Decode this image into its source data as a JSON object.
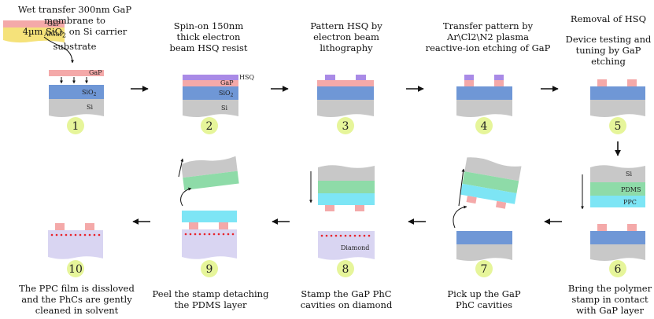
{
  "captions": {
    "c1_line1": "Wet transfer 300nm GaP membrane to",
    "c1_line2_pre": "4µm SiO",
    "c1_line2_sub": "2",
    "c1_line2_post": " on Si carrier substrate",
    "c2_line1": "Spin-on 150nm",
    "c2_line2": "thick electron",
    "c2_line3": "beam HSQ resist",
    "c3_line1": "Pattern HSQ by",
    "c3_line2": "electron beam",
    "c3_line3": "lithography",
    "c4_line1": "Transfer pattern by",
    "c4_line2": "Ar\\Cl2\\N2 plasma",
    "c4_line3": "reactive-ion etching of GaP",
    "c5_line1": "Removal of HSQ",
    "c5_line2": "Device testing and",
    "c5_line3": "tuning by GaP etching",
    "c6_line1": "Bring the polymer",
    "c6_line2": "stamp in contact",
    "c6_line3": "with GaP layer",
    "c7_line1": "Pick up the GaP",
    "c7_line2": "PhC cavities",
    "c8_line1": "Stamp the GaP PhC",
    "c8_line2": "cavities on diamond",
    "c9_line1": "Peel the stamp detaching",
    "c9_line2": "the PDMS layer",
    "c10_line1": "The PPC film is dissloved",
    "c10_line2": "and the PhCs are gently",
    "c10_line3": "cleaned in solvent"
  },
  "layer_labels": {
    "gap": "GaP",
    "algap": "AlGaP",
    "sio2_pre": "SiO",
    "sio2_sub": "2",
    "si": "Si",
    "hsq": "HSQ",
    "pdms": "PDMS",
    "ppc": "PPC",
    "diamond": "Diamond"
  },
  "step_numbers": [
    "1",
    "2",
    "3",
    "4",
    "5",
    "6",
    "7",
    "8",
    "9",
    "10"
  ],
  "colors": {
    "gap": "#f4a9a9",
    "algap": "#f5e27a",
    "sio2": "#6f97d6",
    "si": "#c8c8c8",
    "hsq": "#a98ae6",
    "pdms": "#8edba8",
    "ppc": "#7de5f5",
    "diamond": "#d9d5f2",
    "nv_dots": "#e8232a",
    "badge": "#e6f59a",
    "arrow": "#111111"
  }
}
